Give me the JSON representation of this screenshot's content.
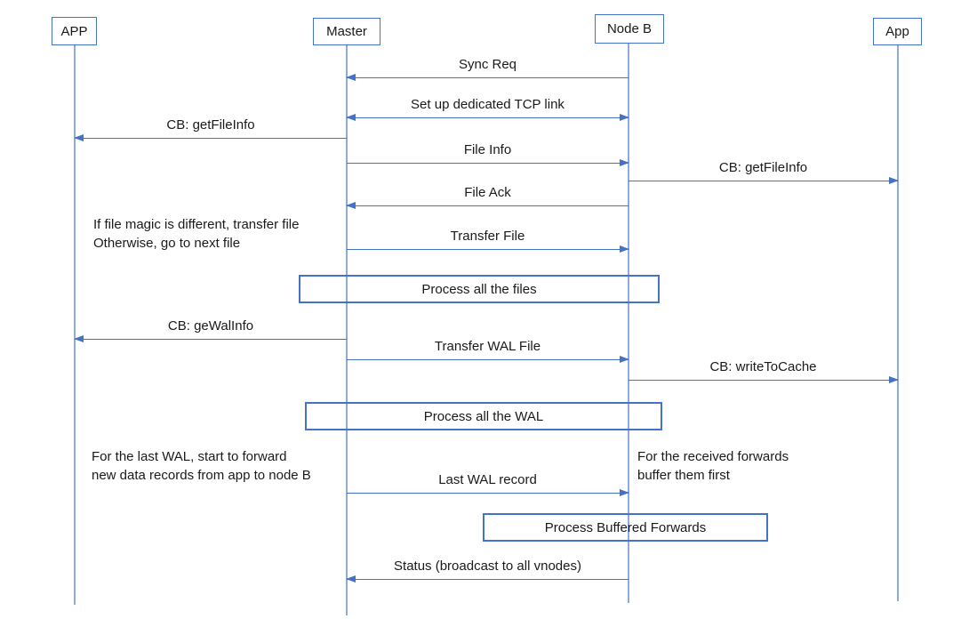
{
  "diagram": {
    "type": "sequence-diagram",
    "colors": {
      "accent": "#4472C4",
      "lifeline": "#8FAADC",
      "text": "#1a1a1a",
      "background": "#ffffff"
    },
    "actors": [
      {
        "id": "app-left",
        "label": "APP"
      },
      {
        "id": "master",
        "label": "Master"
      },
      {
        "id": "node-b",
        "label": "Node B"
      },
      {
        "id": "app-right",
        "label": "App"
      }
    ],
    "messages": [
      {
        "label": "Sync Req",
        "from": "node-b",
        "to": "master",
        "direction": "left"
      },
      {
        "label": "Set up dedicated TCP link",
        "from": "master",
        "to": "node-b",
        "direction": "both"
      },
      {
        "label": "CB: getFileInfo",
        "from": "master",
        "to": "app-left",
        "direction": "left"
      },
      {
        "label": "File Info",
        "from": "master",
        "to": "node-b",
        "direction": "right"
      },
      {
        "label": "CB: getFileInfo",
        "from": "node-b",
        "to": "app-right",
        "direction": "right"
      },
      {
        "label": "File Ack",
        "from": "node-b",
        "to": "master",
        "direction": "left"
      },
      {
        "label": "Transfer File",
        "from": "master",
        "to": "node-b",
        "direction": "right"
      },
      {
        "label": "CB: geWalInfo",
        "from": "master",
        "to": "app-left",
        "direction": "left"
      },
      {
        "label": "Transfer WAL File",
        "from": "master",
        "to": "node-b",
        "direction": "right"
      },
      {
        "label": "CB: writeToCache",
        "from": "node-b",
        "to": "app-right",
        "direction": "right"
      },
      {
        "label": "Last WAL record",
        "from": "master",
        "to": "node-b",
        "direction": "right"
      },
      {
        "label": "Status (broadcast to all vnodes)",
        "from": "node-b",
        "to": "master",
        "direction": "left"
      }
    ],
    "process_boxes": [
      {
        "label": "Process all the files"
      },
      {
        "label": "Process all the WAL"
      },
      {
        "label": "Process Buffered Forwards"
      }
    ],
    "notes": [
      {
        "line1": "If file magic is different, transfer file",
        "line2": "Otherwise, go to next file"
      },
      {
        "line1": "For the last WAL, start to forward",
        "line2": "new data records from app to node B"
      },
      {
        "line1": "For the received forwards",
        "line2": "buffer them first"
      }
    ]
  }
}
